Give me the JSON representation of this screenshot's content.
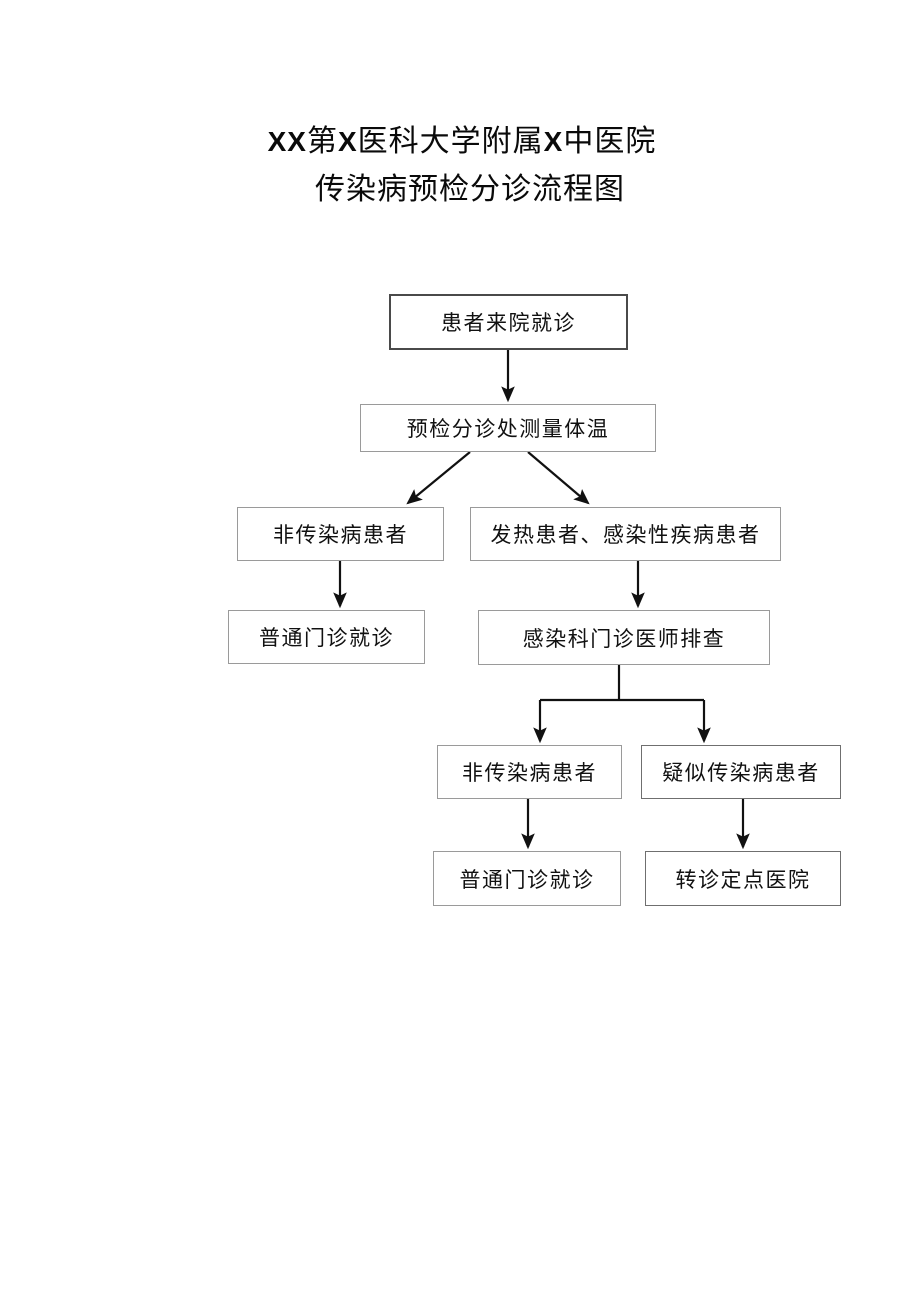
{
  "title": {
    "line1_prefix": "XX",
    "line1_mid": "第",
    "line1_x1": "X",
    "line1_text1": "医科大学附属",
    "line1_x2": "X",
    "line1_text2": "中医院",
    "line1_full": "XX第X医科大学附属X中医院",
    "line2": "传染病预检分诊流程图"
  },
  "chart_data": {
    "type": "flowchart",
    "title": "传染病预检分诊流程图",
    "orientation": "top-down",
    "nodes": [
      {
        "id": "n1",
        "label": "患者来院就诊",
        "level": 1
      },
      {
        "id": "n2",
        "label": "预检分诊处测量体温",
        "level": 2
      },
      {
        "id": "n3",
        "label": "非传染病患者",
        "level": 3
      },
      {
        "id": "n4",
        "label": "发热患者、感染性疾病患者",
        "level": 3
      },
      {
        "id": "n5",
        "label": "普通门诊就诊",
        "level": 4
      },
      {
        "id": "n6",
        "label": "感染科门诊医师排查",
        "level": 4
      },
      {
        "id": "n7",
        "label": "非传染病患者",
        "level": 5
      },
      {
        "id": "n8",
        "label": "疑似传染病患者",
        "level": 5
      },
      {
        "id": "n9",
        "label": "普通门诊就诊",
        "level": 6
      },
      {
        "id": "n10",
        "label": "转诊定点医院",
        "level": 6
      }
    ],
    "edges": [
      {
        "from": "n1",
        "to": "n2",
        "style": "straight-down"
      },
      {
        "from": "n2",
        "to": "n3",
        "style": "diagonal-left"
      },
      {
        "from": "n2",
        "to": "n4",
        "style": "diagonal-right"
      },
      {
        "from": "n3",
        "to": "n5",
        "style": "straight-down"
      },
      {
        "from": "n4",
        "to": "n6",
        "style": "straight-down"
      },
      {
        "from": "n6",
        "to": "n7",
        "style": "orthogonal-split-left"
      },
      {
        "from": "n6",
        "to": "n8",
        "style": "orthogonal-split-right"
      },
      {
        "from": "n7",
        "to": "n9",
        "style": "straight-down"
      },
      {
        "from": "n8",
        "to": "n10",
        "style": "straight-down"
      }
    ],
    "colors": {
      "background": "#ffffff",
      "node_fill": "#ffffff",
      "node_border_dark": "#4a4a4a",
      "node_border_light": "#9a9a9a",
      "connector": "#111111",
      "text": "#111111"
    }
  }
}
